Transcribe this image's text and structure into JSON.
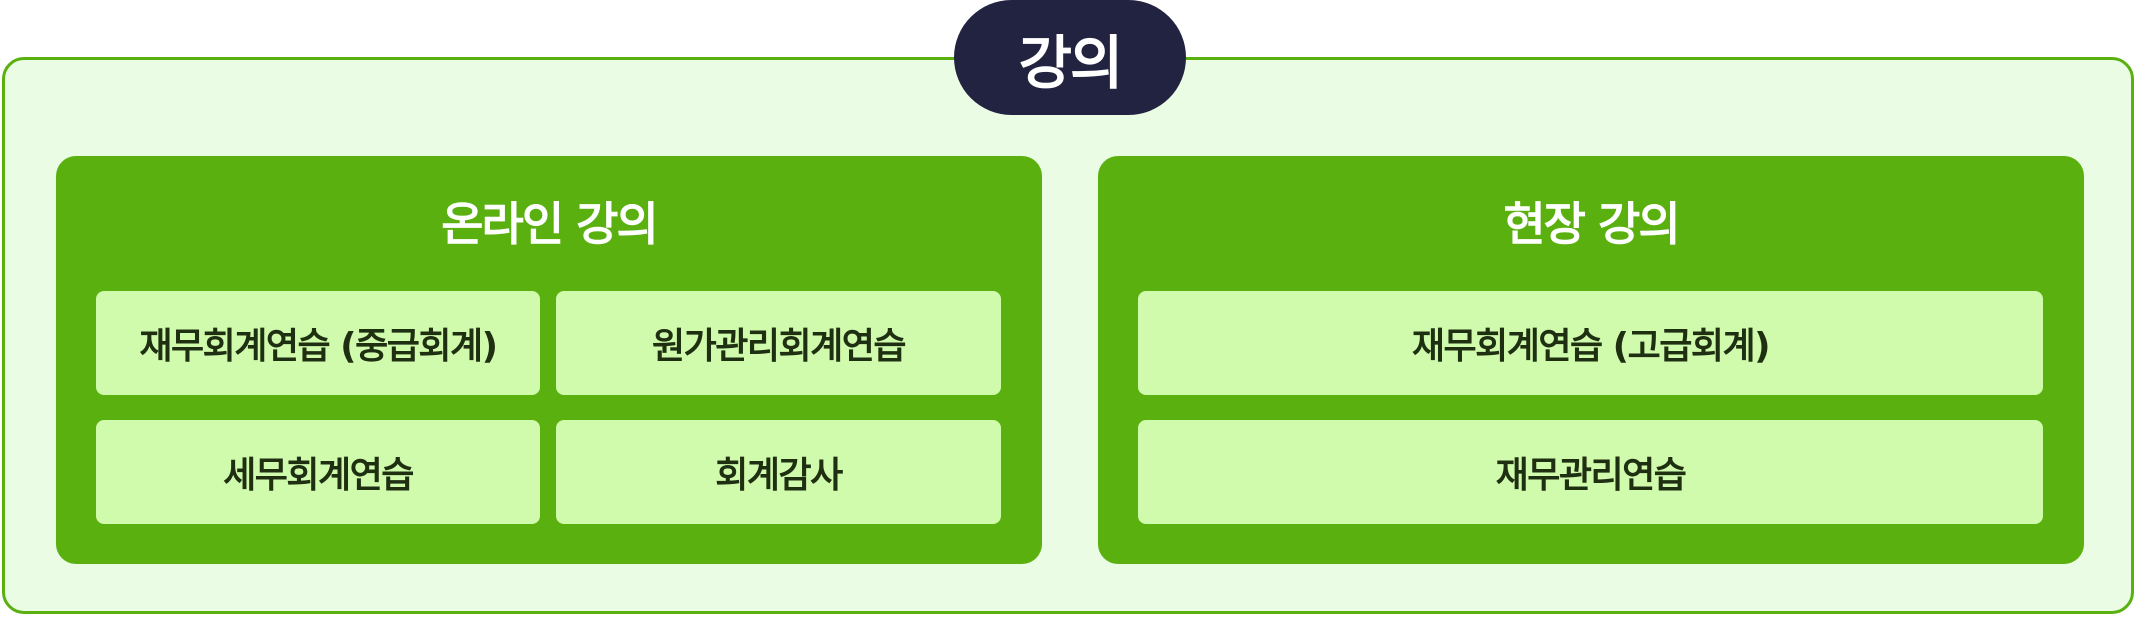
{
  "header": {
    "title": "강의"
  },
  "panels": [
    {
      "title": "온라인 강의",
      "items": [
        "재무회계연습 (중급회계)",
        "원가관리회계연습",
        "세무회계연습",
        "회계감사"
      ]
    },
    {
      "title": "현장 강의",
      "items": [
        "재무회계연습 (고급회계)",
        "재무관리연습"
      ]
    }
  ],
  "colors": {
    "border": "#5ab00f",
    "background": "#ebfce5",
    "panel": "#59b00e",
    "item": "#d1fbac",
    "pill": "#222341",
    "item_text": "#1f3012"
  }
}
